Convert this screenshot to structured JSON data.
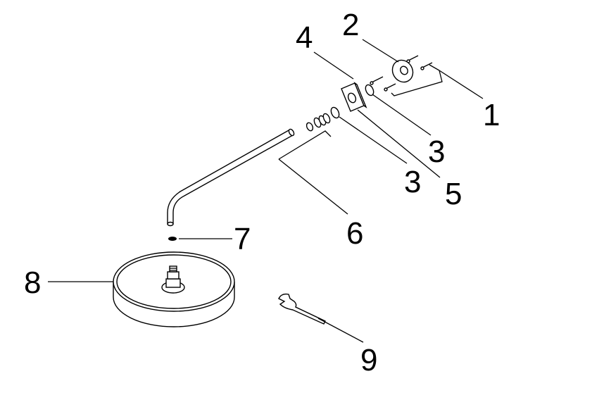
{
  "callouts": {
    "c1": "1",
    "c2": "2",
    "c3a": "3",
    "c3b": "3",
    "c4": "4",
    "c5": "5",
    "c6": "6",
    "c7": "7",
    "c8": "8",
    "c9": "9"
  },
  "colors": {
    "ink": "#000000",
    "background": "#ffffff"
  }
}
